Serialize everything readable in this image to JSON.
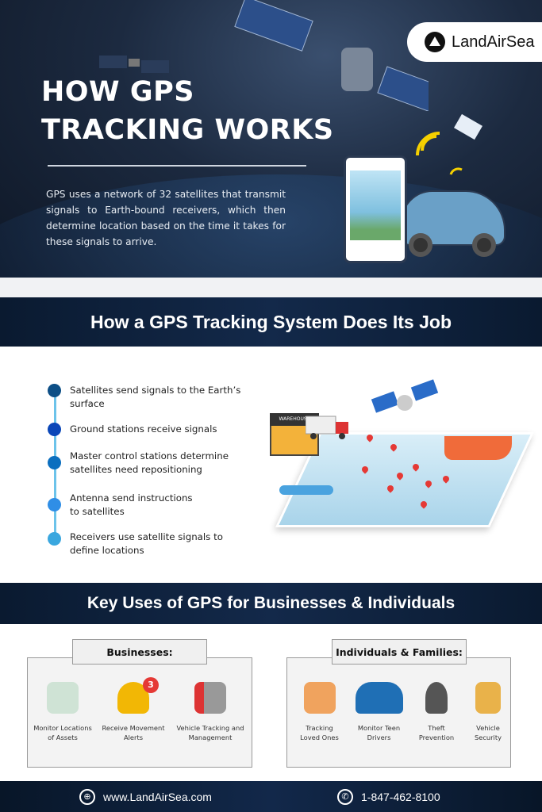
{
  "hero": {
    "brand": "LandAirSea",
    "title_line1": "HOW GPS",
    "title_line2": "TRACKING WORKS",
    "intro": "GPS uses a network of 32 satellites that transmit signals to Earth-bound receivers, which then determine location based on the time it takes for these signals to arrive."
  },
  "how_section": {
    "heading": "How a GPS Tracking System Does Its Job",
    "steps": [
      {
        "text": "Satellites send signals to the Earth’s surface",
        "color": "#0d4f86"
      },
      {
        "text": "Ground stations receive signals",
        "color": "#0a46b8"
      },
      {
        "text": "Master control stations determine satellites need repositioning",
        "color": "#0b6fbf"
      },
      {
        "text": "Antenna send instructions to satellites",
        "color": "#2f8ee6"
      },
      {
        "text": "Receivers use satellite signals to define locations",
        "color": "#3aa7df"
      }
    ],
    "illustration_label": "WAREHOUSE"
  },
  "uses_section": {
    "heading": "Key Uses of GPS for Businesses & Individuals",
    "businesses": {
      "title": "Businesses:",
      "items": [
        "Monitor Locations of Assets",
        "Receive Movement Alerts",
        "Vehicle Tracking and Management"
      ],
      "alert_badge": "3"
    },
    "individuals": {
      "title": "Individuals & Families:",
      "items": [
        "Tracking Loved Ones",
        "Monitor Teen Drivers",
        "Theft Prevention",
        "Vehicle Security"
      ]
    }
  },
  "footer": {
    "website": "www.LandAirSea.com",
    "phone": "1-847-462-8100",
    "website_icon": "globe-icon",
    "phone_icon": "phone-icon"
  }
}
